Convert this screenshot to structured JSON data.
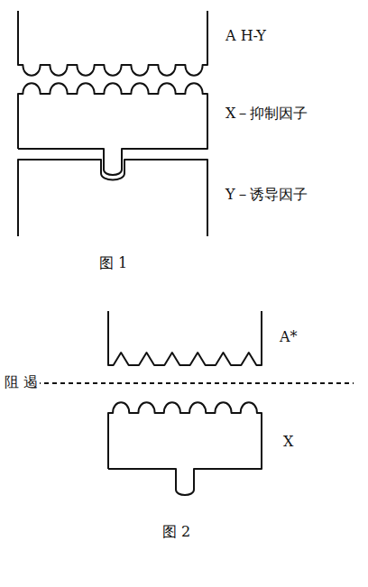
{
  "diagram": {
    "labels": [
      "A H-Y",
      "X－抑制因子",
      "Y－诱导因子",
      "图 1",
      "A*",
      "阻 遏",
      "X",
      "图 2"
    ]
  }
}
